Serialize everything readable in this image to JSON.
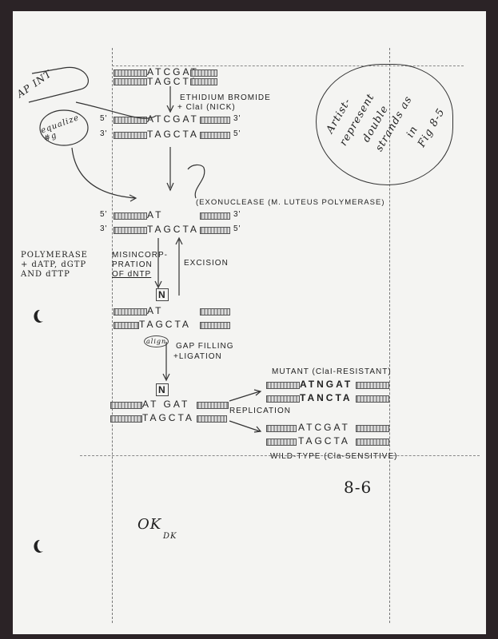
{
  "figure_label": "8-6",
  "sequences": {
    "s1_top": "ATCGAT",
    "s1_bot": "TAGCTA",
    "s2_top": "ATCGAT",
    "s2_bot": "TAGCTA",
    "s3_top": "AT",
    "s3_bot": "TAGCTA",
    "s4_top": "AT",
    "s4_bot": "TAGCTA",
    "s5_top": "AT GAT",
    "s5_bot": "TAGCTA",
    "mut_top": "ATNGAT",
    "mut_bot": "TANCTA",
    "wt_top": "ATCGAT",
    "wt_bot": "TAGCTA"
  },
  "ends": {
    "five": "5'",
    "three": "3'"
  },
  "inserted": "N",
  "labels": {
    "step1a": "ETHIDIUM BROMIDE",
    "step1b": "+ ClaI (NICK)",
    "exo": "(EXONUCLEASE (M. LUTEUS POLYMERASE)",
    "poly1": "POLYMERASE",
    "poly2": "+ dATP, dGTP",
    "poly3": "AND dTTP",
    "mis1": "MISINCORP-",
    "mis2": "PRATION",
    "mis3": "OF dNTP",
    "excision": "EXCISION",
    "gap1": "GAP FILLING",
    "gap2": "+LIGATION",
    "replication": "REPLICATION",
    "mutant": "MUTANT (ClaI-RESISTANT)",
    "wild": "WILD-TYPE (Cla-SENSITIVE)"
  },
  "handwriting": {
    "ap_int": "AP INT",
    "equalize": "equalize #g",
    "artist1": "Artist-",
    "artist2": "represent",
    "artist3": "double",
    "artist4": "strands as",
    "artist5": "in",
    "artist6": "Fig 8-5",
    "align": "align",
    "ok": "OK",
    "dk": "DK"
  }
}
